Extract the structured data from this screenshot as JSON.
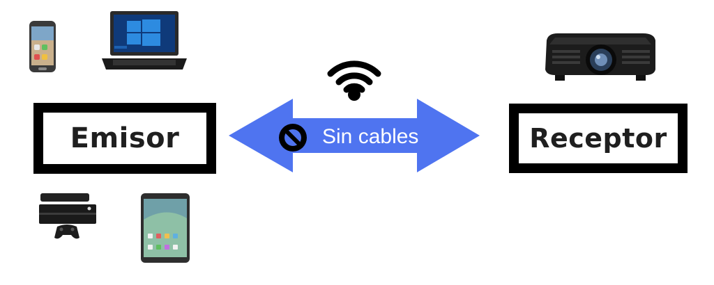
{
  "sender": {
    "label": "Emisor"
  },
  "receiver": {
    "label": "Receptor"
  },
  "link": {
    "label": "Sin cables"
  },
  "icons": {
    "wifi": "wifi-icon",
    "no_entry": "prohibited-icon",
    "phone": "smartphone-icon",
    "laptop": "laptop-icon",
    "console": "game-console-icon",
    "tablet": "tablet-icon",
    "projector": "projector-icon"
  },
  "colors": {
    "arrow": "#4f74f0",
    "border": "#000000",
    "text": "#1f1f1f"
  }
}
